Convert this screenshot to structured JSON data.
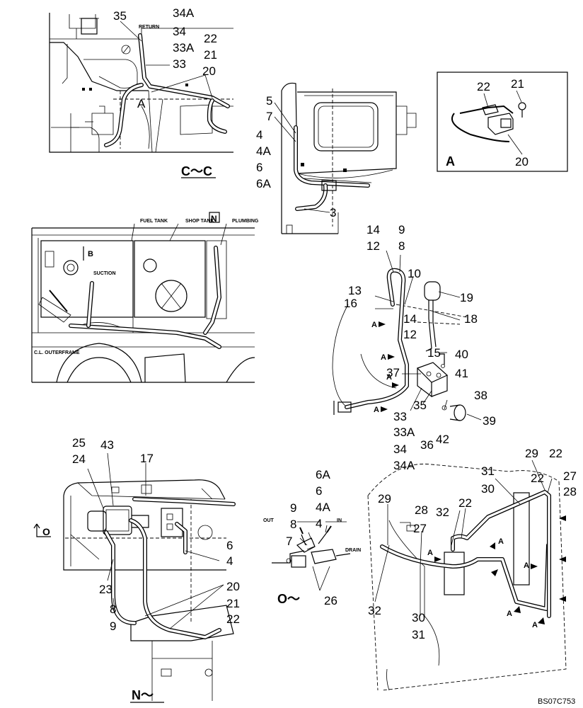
{
  "drawing_code": "BS07C753",
  "view_titles": {
    "c": "C～C",
    "n": "N～",
    "o": "O～",
    "detail": "A"
  },
  "small_labels": {
    "return": "RETURN",
    "fuel_tank": "FUEL TANK",
    "shop_tank": "SHOP TANK",
    "plumbing": "PLUMBING",
    "n_marker": "N",
    "o_marker": "O",
    "b_marker": "B",
    "suction": "SUCTION",
    "cl_outerframe": "C.L. OUTERFRAME",
    "out": "OUT",
    "in": "IN",
    "drain": "DRAIN"
  },
  "callouts": {
    "v1": {
      "n35": "35",
      "n34a": "34A",
      "n34": "34",
      "n33a": "33A",
      "n22": "22",
      "n21": "21",
      "n33": "33",
      "n20": "20",
      "a": "A"
    },
    "v2": {
      "n5": "5",
      "n7": "7",
      "n4": "4",
      "n4a": "4A",
      "n6": "6",
      "n6a": "6A",
      "n3": "3"
    },
    "detail": {
      "n22": "22",
      "n21": "21",
      "n20": "20"
    },
    "v4": {
      "n14": "14",
      "n9": "9",
      "n12": "12",
      "n8": "8",
      "n10": "10",
      "n13": "13",
      "n16": "16",
      "n19": "19",
      "n14b": "14",
      "n18": "18",
      "n12b": "12",
      "n15": "15",
      "n40": "40",
      "n41": "41",
      "n37": "37",
      "n38": "38",
      "n33": "33",
      "n35": "35",
      "n39": "39",
      "n33a": "33A",
      "n36": "36",
      "n42": "42",
      "n34": "34",
      "n34a": "34A"
    },
    "v5": {
      "n25": "25",
      "n24": "24",
      "n43": "43",
      "n17": "17",
      "n6": "6",
      "n4": "4",
      "n23": "23",
      "n20": "20",
      "n8": "8",
      "n21": "21",
      "n9": "9",
      "n22": "22"
    },
    "v6": {
      "n6a": "6A",
      "n6": "6",
      "n9": "9",
      "n4a": "4A",
      "n8": "8",
      "n4": "4",
      "n7": "7",
      "n26": "26"
    },
    "v7": {
      "n29": "29",
      "n22": "22",
      "n31": "31",
      "n27": "27",
      "n22b": "22",
      "n30": "30",
      "n28": "28",
      "n29b": "29",
      "n28b": "28",
      "n32": "32",
      "n22c": "22",
      "n27b": "27",
      "n32b": "32",
      "n30b": "30",
      "n31b": "31"
    }
  },
  "arrow_labels": {
    "a": "A"
  }
}
